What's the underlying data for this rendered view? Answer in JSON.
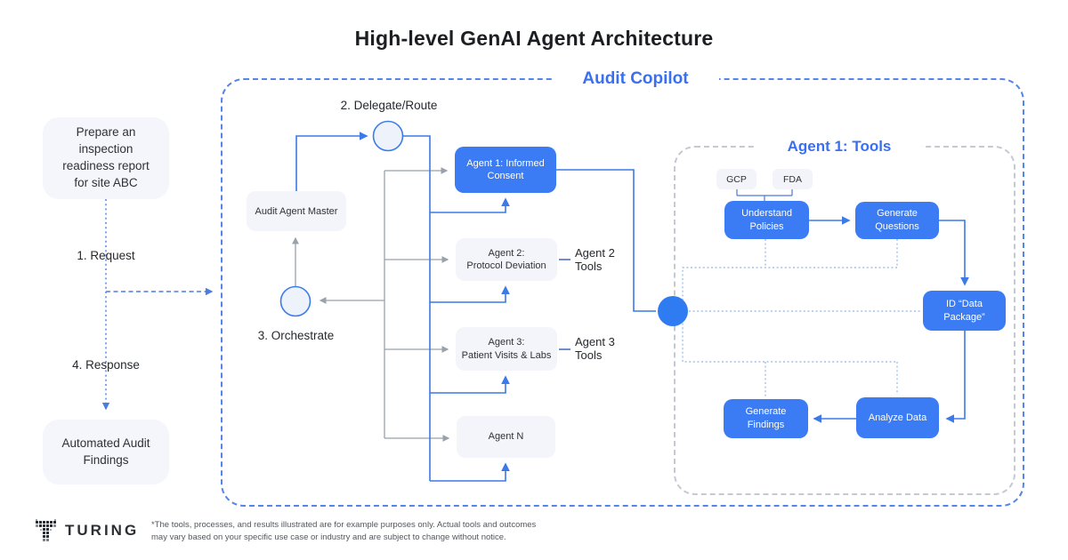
{
  "title": "High-level GenAI Agent Architecture",
  "outer_box": {
    "label": "Audit Copilot"
  },
  "request_flow": {
    "prompt": "Prepare an\ninspection\nreadiness report\nfor site ABC",
    "step1": "1. Request",
    "step2": "2. Delegate/Route",
    "step3": "3. Orchestrate",
    "step4": "4. Response",
    "result": "Automated Audit\nFindings"
  },
  "master": {
    "label": "Audit Agent Master"
  },
  "agents": [
    {
      "label": "Agent 1: Informed\nConsent"
    },
    {
      "label": "Agent 2:\nProtocol Deviation",
      "tools_label": "Agent 2\nTools"
    },
    {
      "label": "Agent 3:\nPatient Visits & Labs",
      "tools_label": "Agent 3\nTools"
    },
    {
      "label": "Agent N"
    }
  ],
  "tools_box": {
    "label": "Agent 1: Tools",
    "sources": [
      "GCP",
      "FDA"
    ],
    "steps": [
      "Understand\nPolicies",
      "Generate\nQuestions",
      "ID “Data\nPackage”",
      "Analyze Data",
      "Generate\nFindings"
    ]
  },
  "footer": {
    "brand": "TURING",
    "disclaimer": "*The tools, processes, and results illustrated are for example purposes only. Actual tools and outcomes\nmay vary based on your specific use case or industry and are subject to change without notice."
  },
  "colors": {
    "accent_blue": "#3b7cf5",
    "wire_blue": "#3b7ae8",
    "wire_gray": "#99a1ab",
    "dashed_outer": "#5585e6",
    "dashed_inner": "#c4c9d2",
    "dotted_light_blue": "#a4c1ee",
    "label_blue": "#3a6ff0",
    "soft_bg": "#f4f6fb"
  }
}
